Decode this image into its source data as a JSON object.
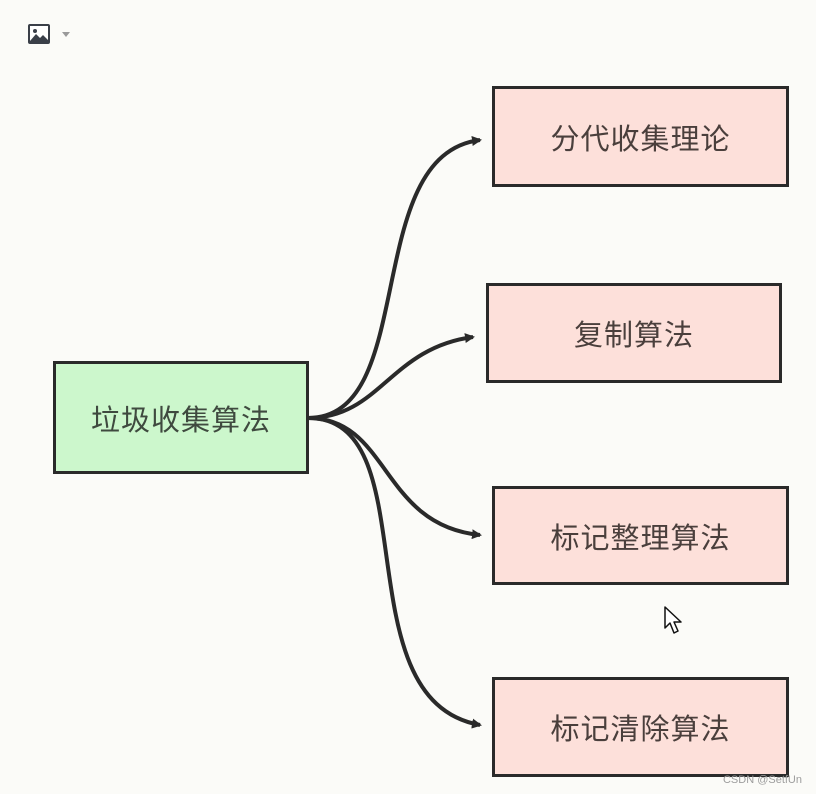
{
  "toolbar": {
    "image_icon": "image-icon",
    "dropdown_icon": "chevron-down-icon"
  },
  "diagram": {
    "root": {
      "label": "垃圾收集算法"
    },
    "children": [
      {
        "label": "分代收集理论"
      },
      {
        "label": "复制算法"
      },
      {
        "label": "标记整理算法"
      },
      {
        "label": "标记清除算法"
      }
    ]
  },
  "colors": {
    "root_fill": "#ccf7cc",
    "child_fill": "#fde0da",
    "stroke": "#2a2a2a"
  },
  "watermark": "CSDN @SetfUn",
  "cursor_icon": "mouse-pointer-icon"
}
